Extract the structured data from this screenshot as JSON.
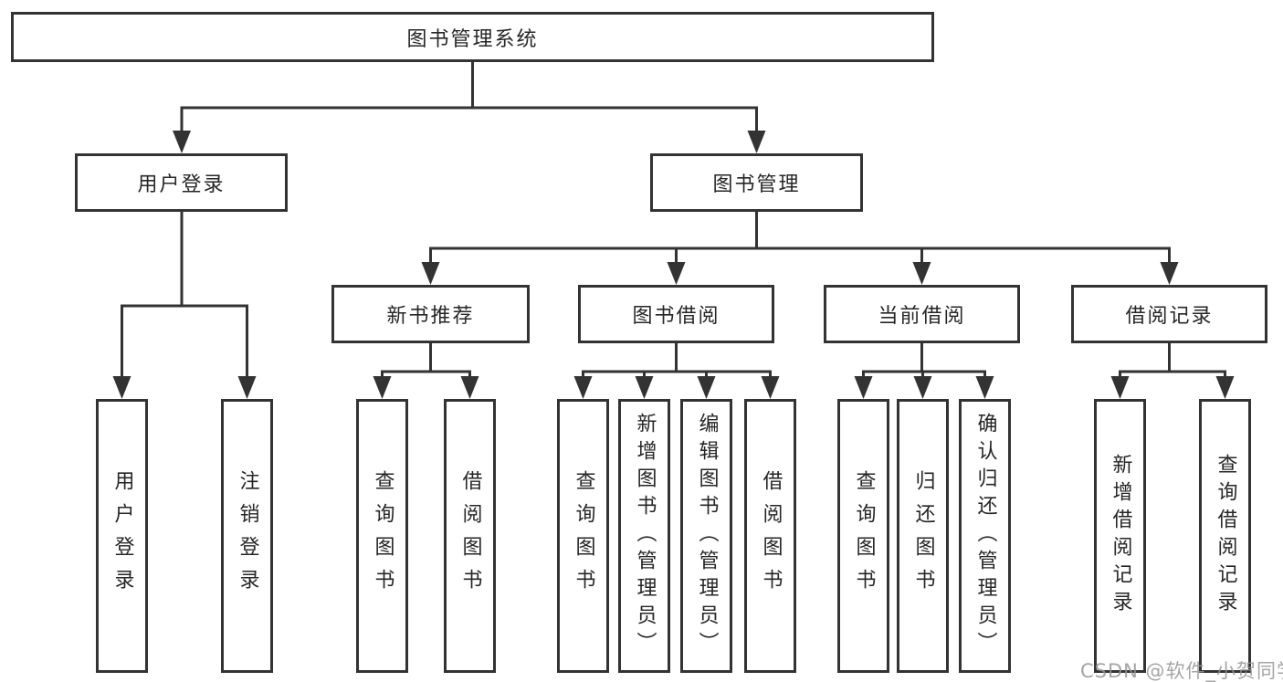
{
  "diagram_title": "图书管理系统",
  "watermark": "CSDN @软件_小贺同学",
  "colors": {
    "line": "#333333",
    "box_border": "#333333",
    "text": "#262626",
    "background": "#ffffff",
    "watermark": "#949494"
  },
  "tree": {
    "label": "图书管理系统",
    "children": [
      {
        "label": "用户登录",
        "children": [
          {
            "label": "用户登录"
          },
          {
            "label": "注销登录"
          }
        ]
      },
      {
        "label": "图书管理",
        "children": [
          {
            "label": "新书推荐",
            "children": [
              {
                "label": "查询图书"
              },
              {
                "label": "借阅图书"
              }
            ]
          },
          {
            "label": "图书借阅",
            "children": [
              {
                "label": "查询图书"
              },
              {
                "label": "新增图书（管理员）"
              },
              {
                "label": "编辑图书（管理员）"
              },
              {
                "label": "借阅图书"
              }
            ]
          },
          {
            "label": "当前借阅",
            "children": [
              {
                "label": "查询图书"
              },
              {
                "label": "归还图书"
              },
              {
                "label": "确认归还（管理员）"
              }
            ]
          },
          {
            "label": "借阅记录",
            "children": [
              {
                "label": "新增借阅记录"
              },
              {
                "label": "查询借阅记录"
              }
            ]
          }
        ]
      }
    ]
  }
}
